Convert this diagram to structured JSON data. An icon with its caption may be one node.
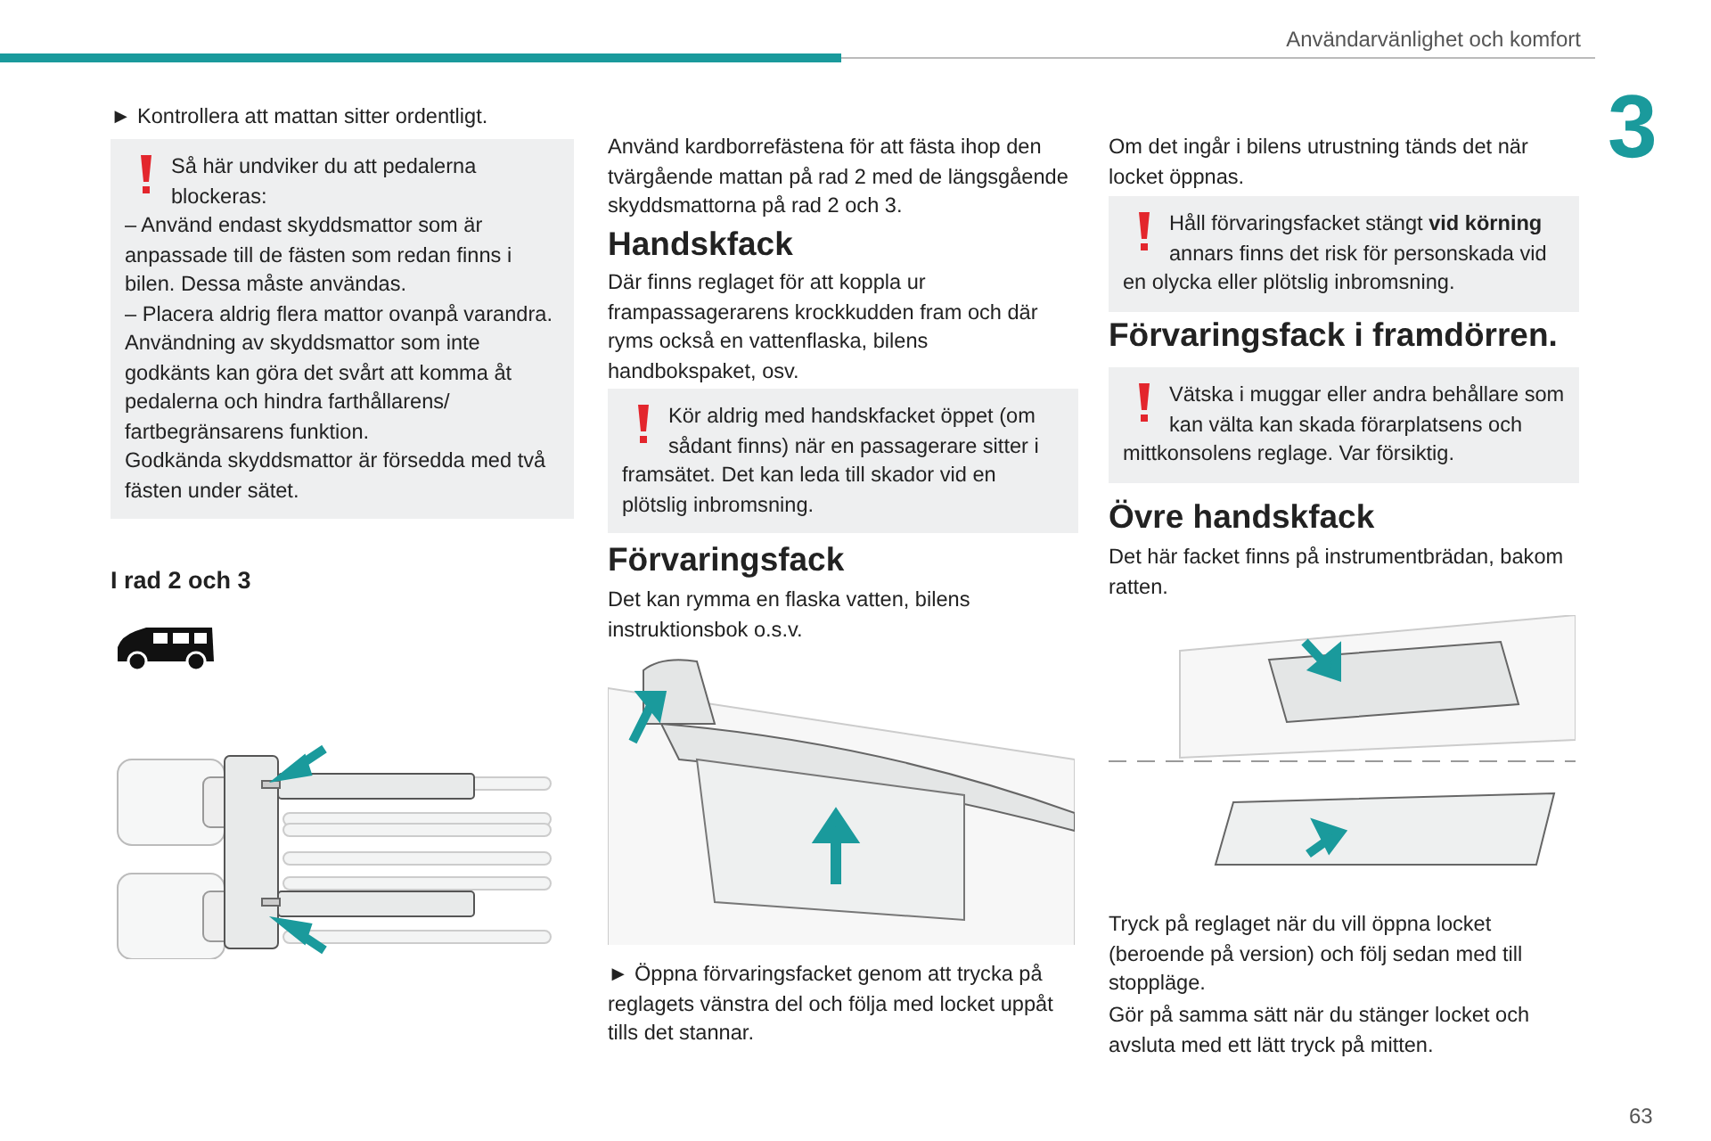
{
  "diagram": {
    "nodes": [
      {
        "text": [
          "Så här undviker du att pedalerna blockeras:",
          "– Använd endast skyddsmattor som är anpassade till de fästen som redan finns i bilen. Dessa måste användas.",
          "– Placera aldrig flera mattor ovanpå varandra.",
          "Användning av skyddsmattor som inte godkänts kan göra det svårt att komma åt pedalerna och hindra farthållarens/ fartbegränsarens funktion.",
          "Godkända skyddsmattor är försedda med två fästen under sätet."
        ]
      },
      {
        "text": [
          "Kör aldrig med handskfacket öppet (om sådant finns) när en passagerare sitter i framsätet. Det kan leda till skador vid en plötslig inbromsning."
        ]
      },
      {
        "text": [
          "Håll förvaringsfacket stängt **vid körning** annars finns det risk för personskada vid en olycka eller plötslig inbromsning."
        ]
      },
      {
        "text": [
          "Vätska i muggar eller andra behållare som kan välta kan skada förarplatsens och mittkonsolens reglage. Var försiktig."
        ]
      }
    ],
    "labels": [
      "Användarvänlighet och komfort",
      "3",
      "► Kontrollera att mattan sitter ordentligt.",
      "I rad 2 och 3",
      "Använd kardborrefästena för att fästa ihop den tvärgående mattan på rad 2 med de längsgående skyddsmattorna på rad 2 och 3.",
      "Handskfack",
      "Där finns reglaget för att koppla ur frampassagerarens krockkudden fram och där ryms också en vattenflaska, bilens handbokspaket, osv.",
      "Förvaringsfack",
      "Det kan rymma en flaska vatten, bilens instruktionsbok o.s.v.",
      "► Öppna förvaringsfacket genom att trycka på reglagets vänstra del och följa med locket uppåt tills det stannar.",
      "Om det ingår i bilens utrustning tänds det när locket öppnas.",
      "Förvaringsfack i framdörren.",
      "Övre handskfack",
      "Det här facket finns på instrumentbrädan, bakom ratten.",
      "Tryck på reglaget när du vill öppna locket (beroende på version) och följ sedan med till stoppläge.",
      "Gör på samma sätt när du stänger locket och avsluta med ett lätt tryck på mitten.",
      "63"
    ]
  }
}
